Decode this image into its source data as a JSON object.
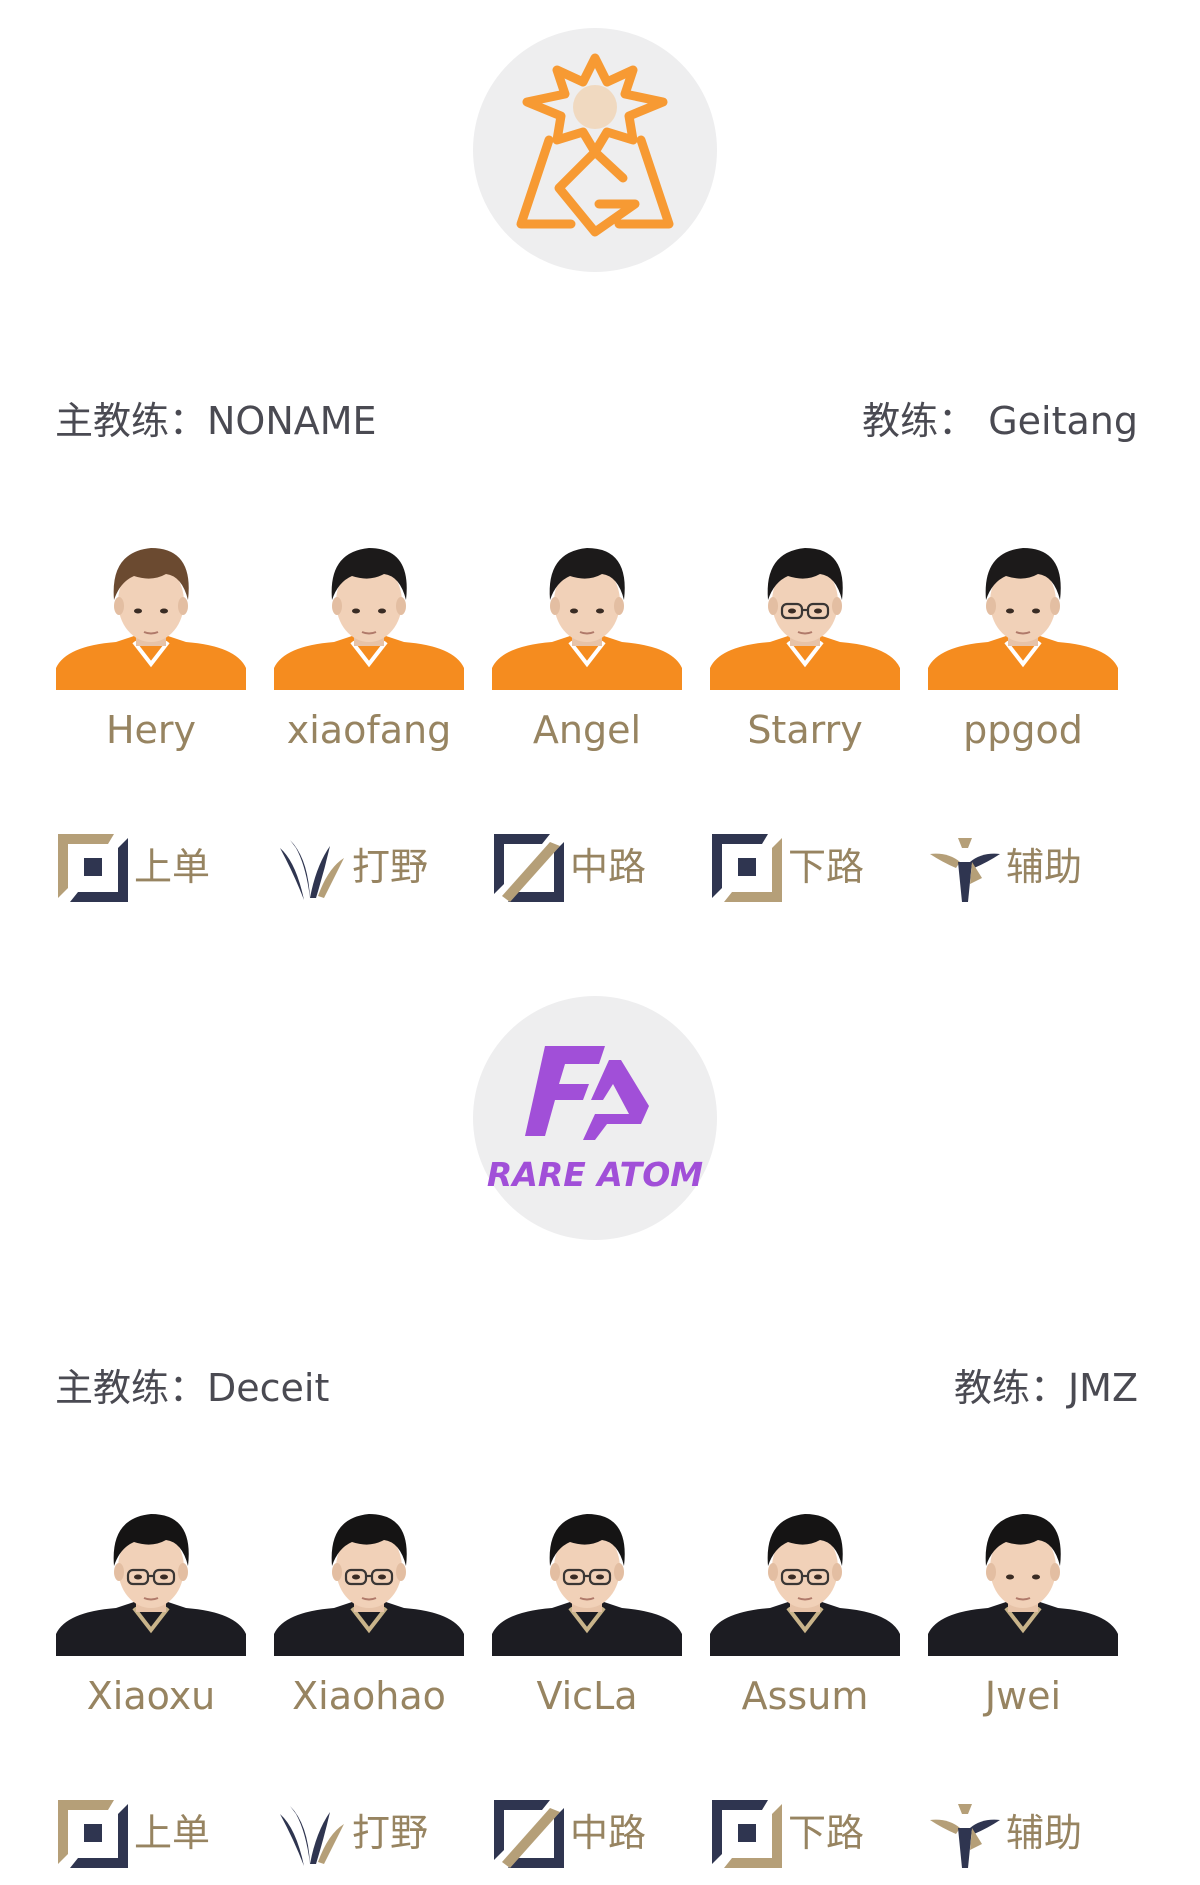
{
  "colors": {
    "page_bg": "#ffffff",
    "logo_circle_bg": "#eeeeef",
    "coach_text": "#4a4a52",
    "name_text": "#978461",
    "role_gold": "#b59f78",
    "role_navy": "#2f3550",
    "team1_accent": "#f79a33",
    "team2_accent": "#a14fd8",
    "team1_jersey": "#f58c1f",
    "team2_jersey": "#1c1c22"
  },
  "teams": [
    {
      "logo": {
        "icon": "ultra-prime-logo-icon"
      },
      "head_coach": "主教练：NONAME",
      "coach": "教练： Geitang",
      "players": [
        {
          "name": "Hery",
          "hair": "#6b4a30",
          "glasses": false
        },
        {
          "name": "xiaofang",
          "hair": "#1c1a1a",
          "glasses": false
        },
        {
          "name": "Angel",
          "hair": "#1c1a1a",
          "glasses": false
        },
        {
          "name": "Starry",
          "hair": "#1a1818",
          "glasses": true
        },
        {
          "name": "ppgod",
          "hair": "#1c1a1a",
          "glasses": false
        }
      ],
      "roles": [
        {
          "label": "上单",
          "icon": "top-lane-icon"
        },
        {
          "label": "打野",
          "icon": "jungle-icon"
        },
        {
          "label": "中路",
          "icon": "mid-lane-icon"
        },
        {
          "label": "下路",
          "icon": "bot-lane-icon"
        },
        {
          "label": "辅助",
          "icon": "support-icon"
        }
      ]
    },
    {
      "logo": {
        "icon": "rare-atom-logo-icon",
        "text": "RARE ATOM"
      },
      "head_coach": "主教练：Deceit",
      "coach": "教练：JMZ",
      "players": [
        {
          "name": "Xiaoxu",
          "hair": "#151414",
          "glasses": true
        },
        {
          "name": "Xiaohao",
          "hair": "#151414",
          "glasses": true
        },
        {
          "name": "VicLa",
          "hair": "#151414",
          "glasses": true
        },
        {
          "name": "Assum",
          "hair": "#151414",
          "glasses": true
        },
        {
          "name": "Jwei",
          "hair": "#151414",
          "glasses": false
        }
      ],
      "roles": [
        {
          "label": "上单",
          "icon": "top-lane-icon"
        },
        {
          "label": "打野",
          "icon": "jungle-icon"
        },
        {
          "label": "中路",
          "icon": "mid-lane-icon"
        },
        {
          "label": "下路",
          "icon": "bot-lane-icon"
        },
        {
          "label": "辅助",
          "icon": "support-icon"
        }
      ]
    }
  ]
}
